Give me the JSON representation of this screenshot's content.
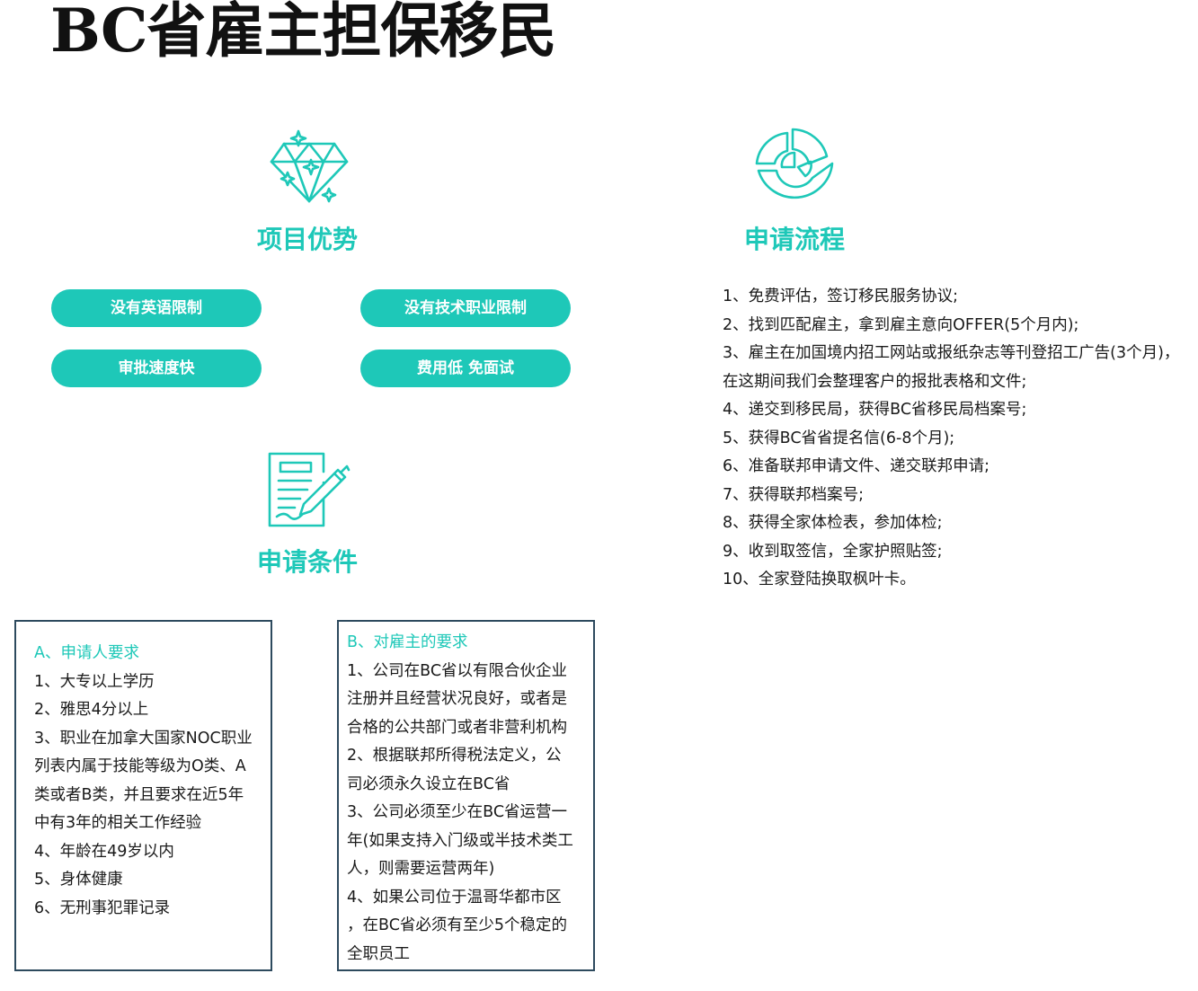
{
  "page": {
    "title": "BC省雇主担保移民"
  },
  "theme": {
    "accent": "#1ec8b8",
    "text": "#1a1a1a",
    "box_border": "#2d4a5e"
  },
  "advantages": {
    "icon": "diamond-icon",
    "heading": "项目优势",
    "items": [
      "没有英语限制",
      "没有技术职业限制",
      "审批速度快",
      "费用低 免面试"
    ]
  },
  "process": {
    "icon": "pie-chart-icon",
    "heading": "申请流程",
    "steps": [
      "1、免费评估，签订移民服务协议;",
      "2、找到匹配雇主，拿到雇主意向OFFER(5个月内);",
      "3、雇主在加国境内招工网站或报纸杂志等刊登招工广告(3个月)，",
      "在这期间我们会整理客户的报批表格和文件;",
      "4、递交到移民局，获得BC省移民局档案号;",
      "5、获得BC省省提名信(6-8个月);",
      "6、准备联邦申请文件、递交联邦申请;",
      "7、获得联邦档案号;",
      "8、获得全家体检表，参加体检;",
      "9、收到取签信，全家护照贴签;",
      "10、全家登陆换取枫叶卡。"
    ]
  },
  "conditions": {
    "icon": "document-pen-icon",
    "heading": "申请条件",
    "applicant": {
      "title": "A、申请人要求",
      "lines": [
        "1、大专以上学历",
        "2、雅思4分以上",
        "3、职业在加拿大国家NOC职业",
        "列表内属于技能等级为O类、A",
        "类或者B类，并且要求在近5年",
        "中有3年的相关工作经验",
        "4、年龄在49岁以内",
        "5、身体健康",
        "6、无刑事犯罪记录"
      ]
    },
    "employer": {
      "title": "B、对雇主的要求",
      "lines": [
        "1、公司在BC省以有限合伙企业",
        "注册并且经营状况良好，或者是",
        "合格的公共部门或者非营利机构",
        "2、根据联邦所得税法定义，公",
        "司必须永久设立在BC省",
        "3、公司必须至少在BC省运营一",
        "年(如果支持入门级或半技术类工",
        "人，则需要运营两年)",
        "4、如果公司位于温哥华都市区",
        "，在BC省必须有至少5个稳定的",
        "全职员工"
      ]
    }
  }
}
